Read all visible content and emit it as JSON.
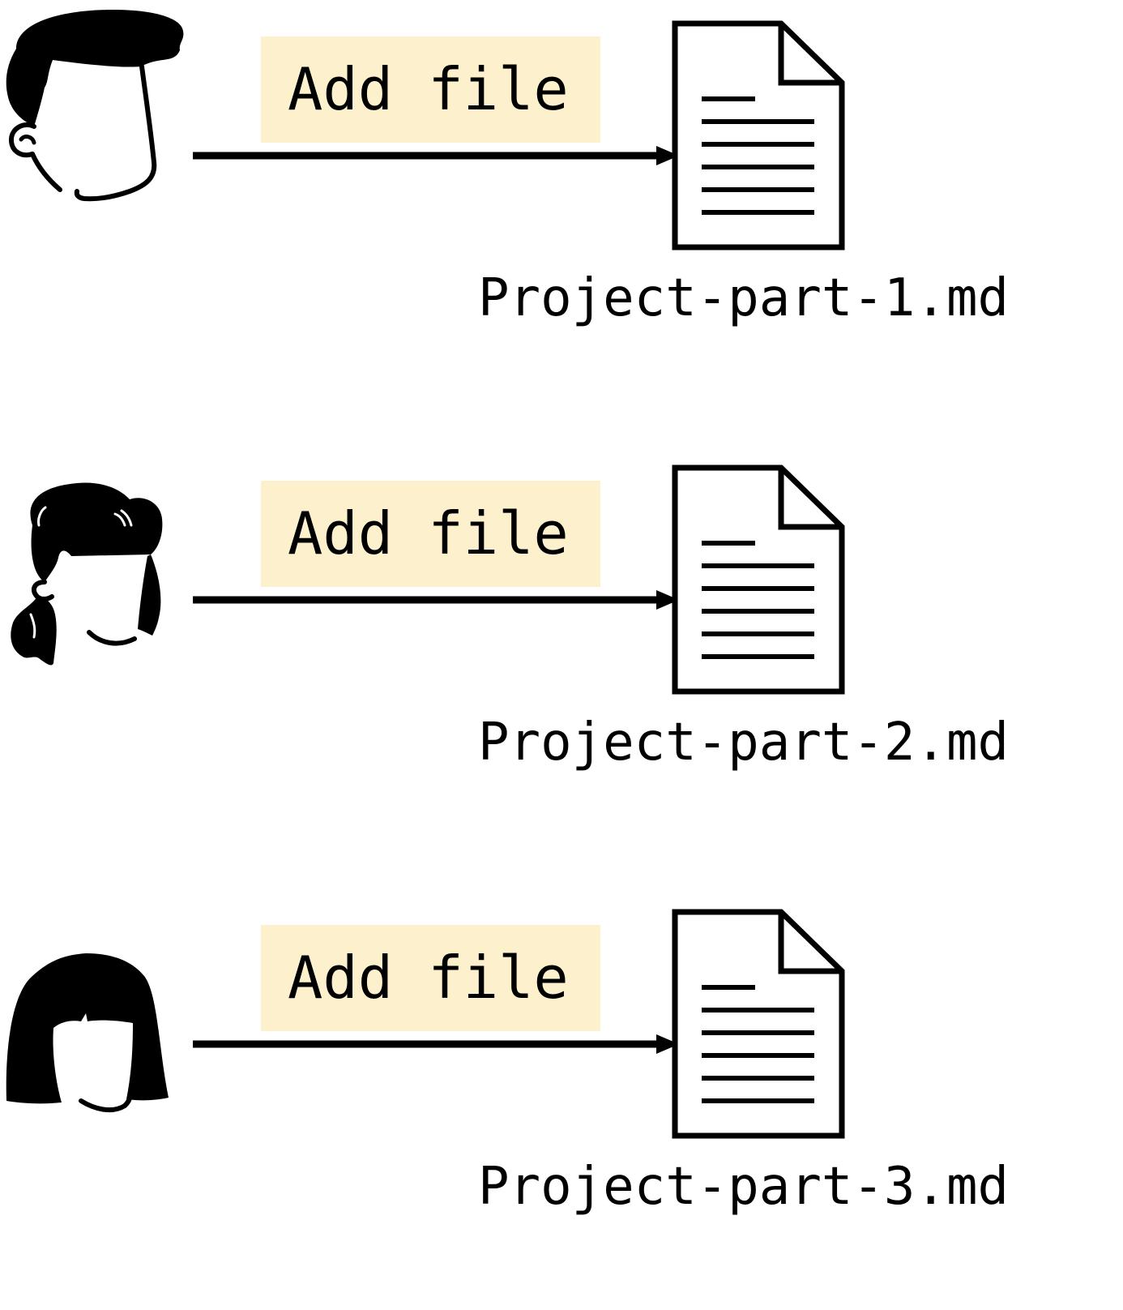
{
  "rows": [
    {
      "avatar": "man-face-icon",
      "action_label": "Add file",
      "filename": "Project-part-1.md"
    },
    {
      "avatar": "woman-pigtails-face-icon",
      "action_label": "Add file",
      "filename": "Project-part-2.md"
    },
    {
      "avatar": "woman-bob-face-icon",
      "action_label": "Add file",
      "filename": "Project-part-3.md"
    }
  ],
  "colors": {
    "label_background": "#fdf0cd",
    "stroke": "#000000"
  }
}
